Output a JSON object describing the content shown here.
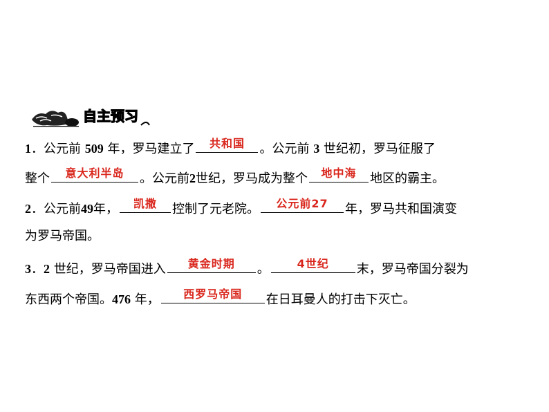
{
  "section_title": "自主预习",
  "q1": {
    "num": "1",
    "t1": "．公元前 ",
    "n509": "509",
    "t2": " 年，罗马建立了",
    "a1": "共和国",
    "t3": "。公元前 ",
    "n3": "3",
    "t4": " 世纪初，罗马征服了",
    "t5": "整个",
    "a2": "意大利半岛",
    "t6": "。公元前",
    "n2": "2",
    "t7": "世纪，罗马成为整个",
    "a3": "地中海",
    "t8": "地区的霸主。"
  },
  "q2": {
    "num": "2",
    "t1": "．公元前",
    "n49": "49",
    "t2": "年，",
    "a1": "凯撒",
    "t3": "控制了元老院。",
    "a2": "公元前27",
    "t4": "年，罗马共和国演变",
    "t5": "为罗马帝国。"
  },
  "q3": {
    "num": "3",
    "t1": "．",
    "n2": "2",
    "t2": " 世纪，罗马帝国进入",
    "a1": "黄金时期",
    "t3": "。",
    "a2": "4世纪",
    "t4": "末，罗马帝国分裂为",
    "t5": "东西两个帝国。",
    "n476": "476",
    "t6": " 年，",
    "a3": "西罗马帝国",
    "t7": "在日耳曼人的打击下灭亡。"
  }
}
